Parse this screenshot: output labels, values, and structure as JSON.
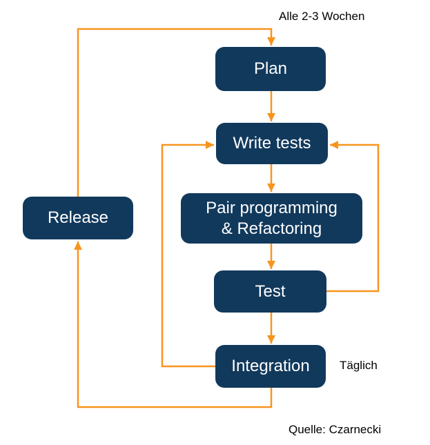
{
  "diagram": {
    "annotations": {
      "cycle_note": "Alle 2-3 Wochen",
      "daily_note": "Täglich",
      "source_note": "Quelle: Czarnecki"
    },
    "nodes": {
      "plan": {
        "label": "Plan"
      },
      "write_tests": {
        "label": "Write tests"
      },
      "pair_programming": {
        "label": "Pair programming\n& Refactoring"
      },
      "test": {
        "label": "Test"
      },
      "integration": {
        "label": "Integration"
      },
      "release": {
        "label": "Release"
      }
    },
    "colors": {
      "node_fill": "#11395C",
      "node_text": "#FFFFFF",
      "connector": "#F8941E",
      "annotation_text": "#000000",
      "background": "#FFFFFF"
    }
  }
}
